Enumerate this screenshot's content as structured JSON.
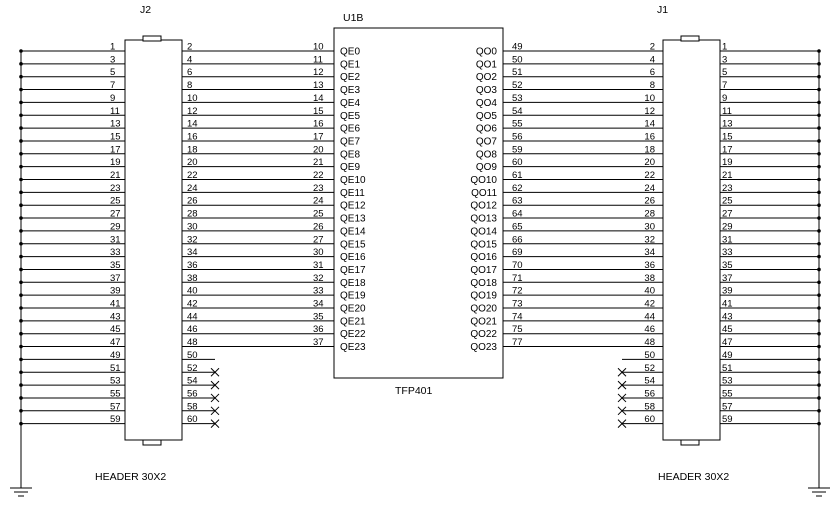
{
  "designators": {
    "j2": "J2",
    "u1": "U1B",
    "j1": "J1"
  },
  "footprints": {
    "j2": "HEADER 30X2",
    "u1": "TFP401",
    "j1": "HEADER 30X2"
  },
  "j2": {
    "left_pins": [
      "1",
      "3",
      "5",
      "7",
      "9",
      "11",
      "13",
      "15",
      "17",
      "19",
      "21",
      "23",
      "25",
      "27",
      "29",
      "31",
      "33",
      "35",
      "37",
      "39",
      "41",
      "43",
      "45",
      "47",
      "49",
      "51",
      "53",
      "55",
      "57",
      "59"
    ],
    "right_pins": [
      "2",
      "4",
      "6",
      "8",
      "10",
      "12",
      "14",
      "16",
      "18",
      "20",
      "22",
      "24",
      "26",
      "28",
      "30",
      "32",
      "34",
      "36",
      "38",
      "40",
      "42",
      "44",
      "46",
      "48",
      "50",
      "52",
      "54",
      "56",
      "58",
      "60"
    ]
  },
  "u1": {
    "left_pin_numbers": [
      "10",
      "11",
      "12",
      "13",
      "14",
      "15",
      "16",
      "17",
      "20",
      "21",
      "22",
      "23",
      "24",
      "25",
      "26",
      "27",
      "30",
      "31",
      "32",
      "33",
      "34",
      "35",
      "36",
      "37"
    ],
    "left_pin_names": [
      "QE0",
      "QE1",
      "QE2",
      "QE3",
      "QE4",
      "QE5",
      "QE6",
      "QE7",
      "QE8",
      "QE9",
      "QE10",
      "QE11",
      "QE12",
      "QE13",
      "QE14",
      "QE15",
      "QE16",
      "QE17",
      "QE18",
      "QE19",
      "QE20",
      "QE21",
      "QE22",
      "QE23"
    ],
    "right_pin_numbers": [
      "49",
      "50",
      "51",
      "52",
      "53",
      "54",
      "55",
      "56",
      "59",
      "60",
      "61",
      "62",
      "63",
      "64",
      "65",
      "66",
      "69",
      "70",
      "71",
      "72",
      "73",
      "74",
      "75",
      "77"
    ],
    "right_pin_names": [
      "QO0",
      "QO1",
      "QO2",
      "QO3",
      "QO4",
      "QO5",
      "QO6",
      "QO7",
      "QO8",
      "QO9",
      "QO10",
      "QO11",
      "QO12",
      "QO13",
      "QO14",
      "QO15",
      "QO16",
      "QO17",
      "QO18",
      "QO19",
      "QO20",
      "QO21",
      "QO22",
      "QO23"
    ]
  },
  "j1": {
    "left_pins": [
      "2",
      "4",
      "6",
      "8",
      "10",
      "12",
      "14",
      "16",
      "18",
      "20",
      "22",
      "24",
      "26",
      "28",
      "30",
      "32",
      "34",
      "36",
      "38",
      "40",
      "42",
      "44",
      "46",
      "48",
      "50",
      "52",
      "54",
      "56",
      "58",
      "60"
    ],
    "right_pins": [
      "1",
      "3",
      "5",
      "7",
      "9",
      "11",
      "13",
      "15",
      "17",
      "19",
      "21",
      "23",
      "25",
      "27",
      "29",
      "31",
      "33",
      "35",
      "37",
      "39",
      "41",
      "43",
      "45",
      "47",
      "49",
      "51",
      "53",
      "55",
      "57",
      "59"
    ]
  },
  "no_connect_count": 5
}
